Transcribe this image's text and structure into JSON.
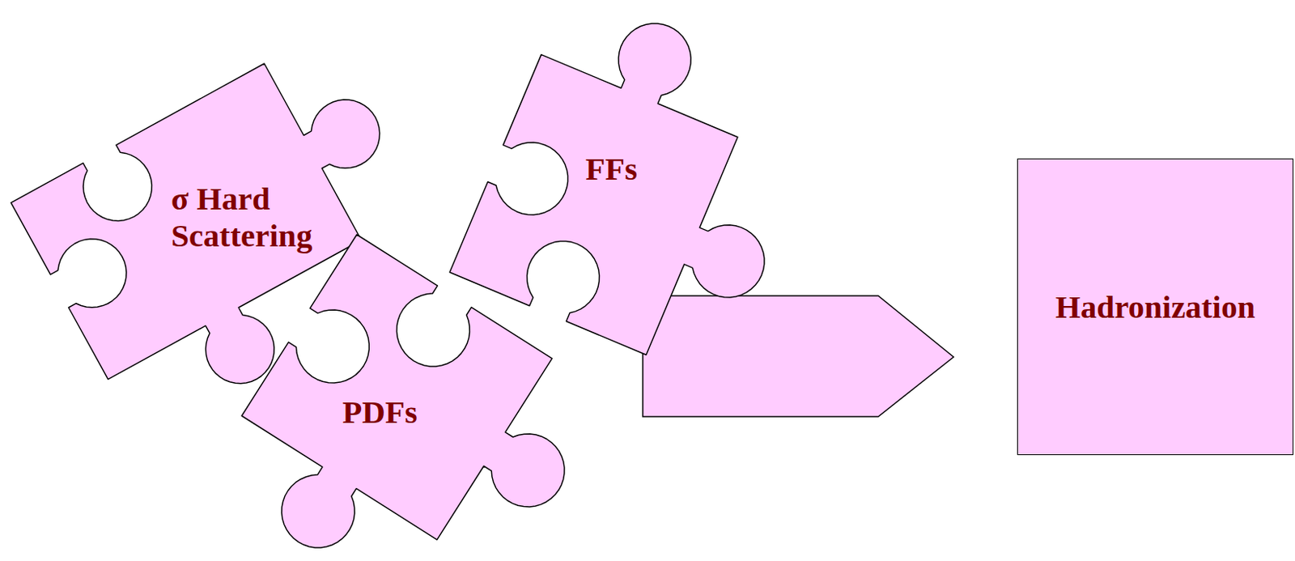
{
  "diagram": {
    "nodes": [
      {
        "text": [
          "σ Hard Scattering"
        ]
      },
      {
        "text": [
          "FFs"
        ]
      },
      {
        "text": [
          "PDFs"
        ]
      },
      {
        "text": [
          "Hadronization"
        ]
      }
    ]
  }
}
